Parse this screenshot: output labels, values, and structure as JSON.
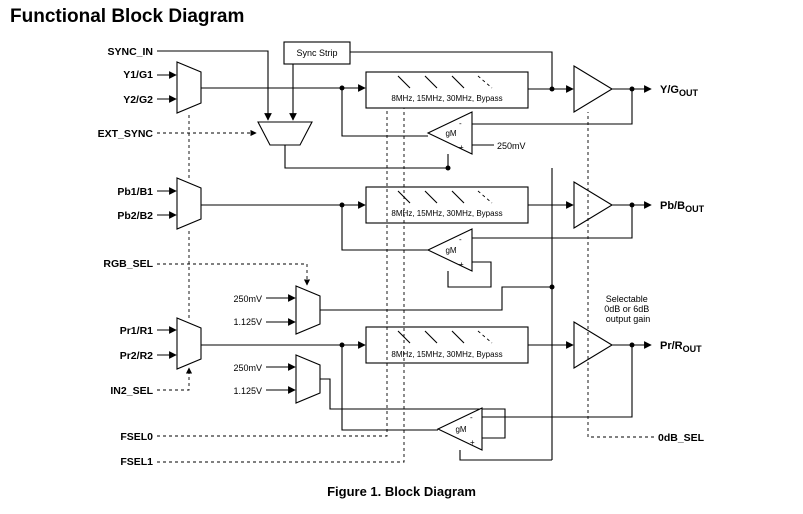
{
  "title": "Functional Block Diagram",
  "caption": "Figure 1.   Block Diagram",
  "inputs": {
    "sync_in": "SYNC_IN",
    "y1g1": "Y1/G1",
    "y2g2": "Y2/G2",
    "ext_sync": "EXT_SYNC",
    "pb1b1": "Pb1/B1",
    "pb2b2": "Pb2/B2",
    "rgb_sel": "RGB_SEL",
    "pr1r1": "Pr1/R1",
    "pr2r2": "Pr2/R2",
    "in2_sel": "IN2_SEL",
    "fsel0": "FSEL0",
    "fsel1": "FSEL1",
    "odb_sel": "0dB_SEL"
  },
  "blocks": {
    "sync_strip": "Sync Strip",
    "filter_label": "8MHz, 15MHz, 30MHz, Bypass",
    "gm": "gM",
    "ref_250": "250mV",
    "ref_1125": "1.125V",
    "gain_note": [
      "Selectable",
      "0dB or 6dB",
      "output gain"
    ]
  },
  "outputs": {
    "y_main": "Y/G",
    "pb_main": "Pb/B",
    "pr_main": "Pr/R",
    "sub": "OUT"
  }
}
